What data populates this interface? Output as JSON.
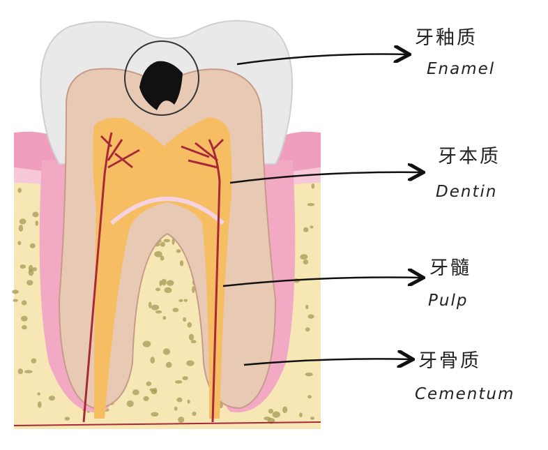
{
  "labels": [
    {
      "zh": "牙釉质",
      "en": "Enamel"
    },
    {
      "zh": "牙本质",
      "en": "Dentin"
    },
    {
      "zh": "牙髓",
      "en": "Pulp"
    },
    {
      "zh": "牙骨质",
      "en": "Cementum"
    }
  ],
  "colors": {
    "enamel": "#e9e9ea",
    "dentin": "#e8c9b4",
    "pulp": "#f6bd62",
    "gum": "#ef9fbd",
    "bone": "#f6e7b4",
    "bone_dots": "#a59a55",
    "nerve": "#a8283a",
    "caries": "#111111"
  }
}
